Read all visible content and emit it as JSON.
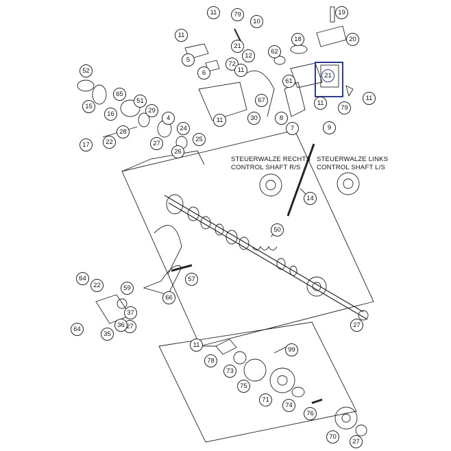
{
  "captions": {
    "right_de": "STEUERWALZE RECHTS",
    "right_en": "CONTROL SHAFT R/S",
    "left_de": "STEUERWALZE LINKS",
    "left_en": "CONTROL SHAFT L/S"
  },
  "highlight": {
    "label": "21",
    "color": "#2b3a8c"
  },
  "callouts": [
    "11",
    "79",
    "10",
    "19",
    "11",
    "21",
    "18",
    "20",
    "5",
    "72",
    "62",
    "12",
    "6",
    "52",
    "11",
    "61",
    "65",
    "51",
    "29",
    "67",
    "15",
    "16",
    "28",
    "4",
    "8",
    "7",
    "30",
    "9",
    "11",
    "24",
    "25",
    "17",
    "22",
    "27",
    "26",
    "14",
    "50",
    "57",
    "64",
    "22",
    "59",
    "66",
    "37",
    "27",
    "64",
    "35",
    "36",
    "27",
    "99",
    "11",
    "78",
    "73",
    "75",
    "71",
    "74",
    "76",
    "70",
    "27",
    "79",
    "11",
    "11"
  ]
}
